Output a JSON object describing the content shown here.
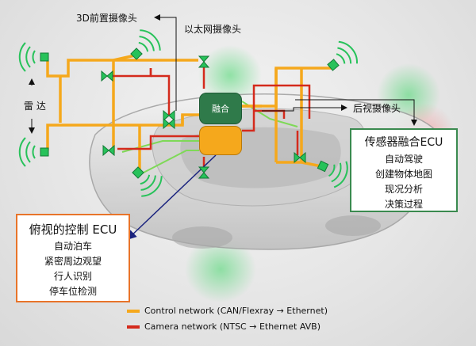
{
  "labels": {
    "camera_3d_front": "3D前置摄像头",
    "ethernet_camera": "以太网摄像头",
    "rear_camera": "后视摄像头",
    "radar": "雷 达"
  },
  "ecus": {
    "fusion_label": "融合"
  },
  "fusion_box": {
    "title": "传感器融合ECU",
    "items": [
      "自动驾驶",
      "创建物体地图",
      "现况分析",
      "决策过程"
    ]
  },
  "birdseye_box": {
    "title": "俯视的控制 ECU",
    "items": [
      "自动泊车",
      "紧密周边观望",
      "行人识别",
      "停车位检测"
    ]
  },
  "legend": [
    {
      "label": "Control network (CAN/Flexray  →  Ethernet)",
      "color": "#f5a81c"
    },
    {
      "label": "Camera network (NTSC  →  Ethernet AVB)",
      "color": "#d42a1c"
    }
  ],
  "colors": {
    "control_network": "#f5a81c",
    "camera_network": "#d42a1c",
    "sensor_link": "#7ed957",
    "fusion_ecu": "#2f7a4a",
    "birdseye_ecu": "#f5a81c",
    "fusion_border": "#3a8a4f",
    "birdseye_border": "#e8742a",
    "pointer_arrow": "#1a237e"
  }
}
